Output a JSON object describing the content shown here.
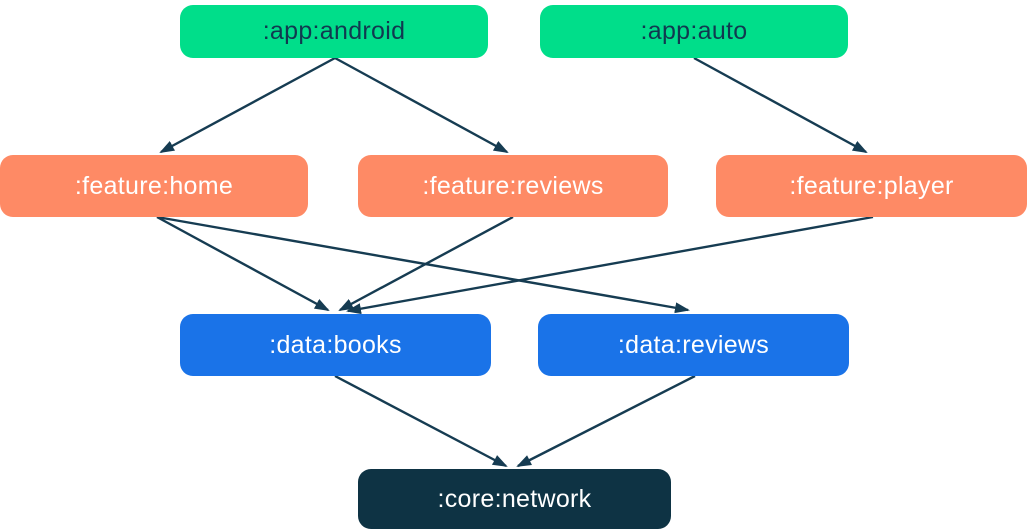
{
  "diagram": {
    "type": "module-dependency-graph",
    "colors": {
      "app": "#00de8a",
      "feature": "#fe8a65",
      "data": "#1a73e8",
      "core": "#0e3344",
      "app_text": "#113950",
      "light_text": "#ffffff",
      "arrow": "#163c52",
      "background": "#ffffff"
    },
    "nodes": [
      {
        "id": "app-android",
        "label": ":app:android",
        "type": "app"
      },
      {
        "id": "app-auto",
        "label": ":app:auto",
        "type": "app"
      },
      {
        "id": "feature-home",
        "label": ":feature:home",
        "type": "feature"
      },
      {
        "id": "feature-reviews",
        "label": ":feature:reviews",
        "type": "feature"
      },
      {
        "id": "feature-player",
        "label": ":feature:player",
        "type": "feature"
      },
      {
        "id": "data-books",
        "label": ":data:books",
        "type": "data"
      },
      {
        "id": "data-reviews",
        "label": ":data:reviews",
        "type": "data"
      },
      {
        "id": "core-network",
        "label": ":core:network",
        "type": "core"
      }
    ],
    "edges": [
      {
        "from": "app-android",
        "to": "feature-home"
      },
      {
        "from": "app-android",
        "to": "feature-reviews"
      },
      {
        "from": "app-auto",
        "to": "feature-player"
      },
      {
        "from": "feature-home",
        "to": "data-books"
      },
      {
        "from": "feature-home",
        "to": "data-reviews"
      },
      {
        "from": "feature-reviews",
        "to": "data-books"
      },
      {
        "from": "feature-player",
        "to": "data-books"
      },
      {
        "from": "data-books",
        "to": "core-network"
      },
      {
        "from": "data-reviews",
        "to": "core-network"
      }
    ]
  }
}
